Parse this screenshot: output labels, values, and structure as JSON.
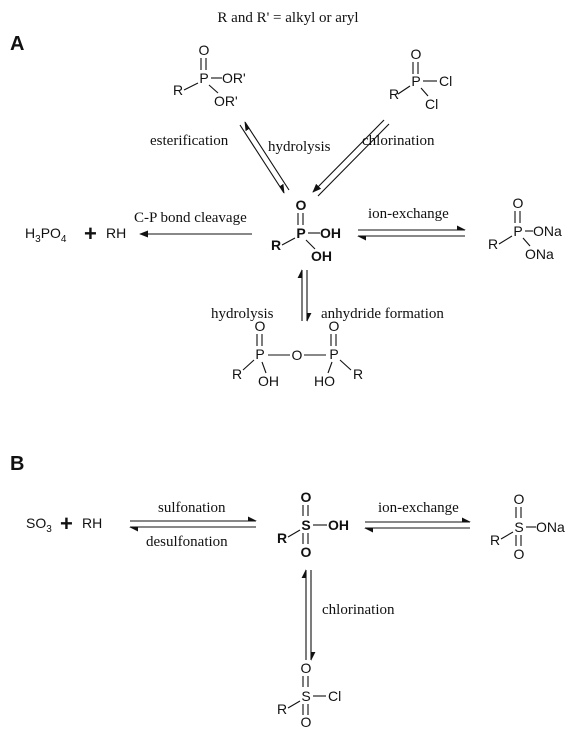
{
  "header": {
    "definition": "R and R' = alkyl or aryl"
  },
  "panels": {
    "a": "A",
    "b": "B"
  },
  "atoms": {
    "O": "O",
    "P": "P",
    "S": "S",
    "R": "R",
    "Rp": "R'",
    "OR": "OR'",
    "Cl": "Cl",
    "OH": "OH",
    "ONa": "ONa",
    "HO": "HO"
  },
  "species": {
    "h3po4_h": "H",
    "h3po4_3": "3",
    "h3po4_po": "PO",
    "h3po4_4": "4",
    "plus": "+",
    "rh": "RH",
    "so3_so": "SO",
    "so3_3": "3"
  },
  "reactions": {
    "a": {
      "esterification": "esterification",
      "hydrolysis_top": "hydrolysis",
      "chlorination": "chlorination",
      "cp_cleavage": "C-P bond cleavage",
      "ion_exchange": "ion-exchange",
      "hydrolysis_bottom": "hydrolysis",
      "anhydride": "anhydride formation"
    },
    "b": {
      "sulfonation": "sulfonation",
      "desulfonation": "desulfonation",
      "ion_exchange": "ion-exchange",
      "chlorination": "chlorination"
    }
  }
}
